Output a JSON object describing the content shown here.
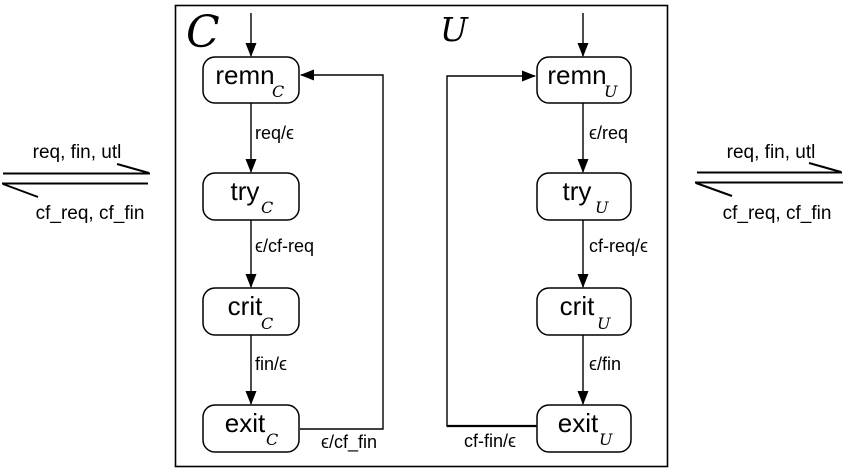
{
  "diagram": {
    "type": "state-machine-coupling",
    "left_coupling": {
      "top_label": "req, fin, utl",
      "bottom_label": "cf_req, cf_fin"
    },
    "right_coupling": {
      "top_label": "req, fin, utl",
      "bottom_label": "cf_req, cf_fin"
    },
    "machines": [
      {
        "label": "C",
        "states": [
          {
            "name": "remn",
            "subscript": "C"
          },
          {
            "name": "try",
            "subscript": "C"
          },
          {
            "name": "crit",
            "subscript": "C"
          },
          {
            "name": "exit",
            "subscript": "C"
          }
        ],
        "transitions": [
          {
            "from": "remn",
            "to": "try",
            "label": "req/ϵ"
          },
          {
            "from": "try",
            "to": "crit",
            "label": "ϵ/cf-req"
          },
          {
            "from": "crit",
            "to": "exit",
            "label": "fin/ϵ"
          },
          {
            "from": "exit",
            "to": "remn",
            "label": "ϵ/cf_fin"
          }
        ]
      },
      {
        "label": "U",
        "states": [
          {
            "name": "remn",
            "subscript": "U"
          },
          {
            "name": "try",
            "subscript": "U"
          },
          {
            "name": "crit",
            "subscript": "U"
          },
          {
            "name": "exit",
            "subscript": "U"
          }
        ],
        "transitions": [
          {
            "from": "remn",
            "to": "try",
            "label": "ϵ/req"
          },
          {
            "from": "try",
            "to": "crit",
            "label": "cf-req/ϵ"
          },
          {
            "from": "crit",
            "to": "exit",
            "label": "ϵ/fin"
          },
          {
            "from": "exit",
            "to": "remn",
            "label": "cf-fin/ϵ"
          }
        ]
      }
    ],
    "colors": {
      "line": "#000000",
      "background": "#ffffff"
    }
  }
}
